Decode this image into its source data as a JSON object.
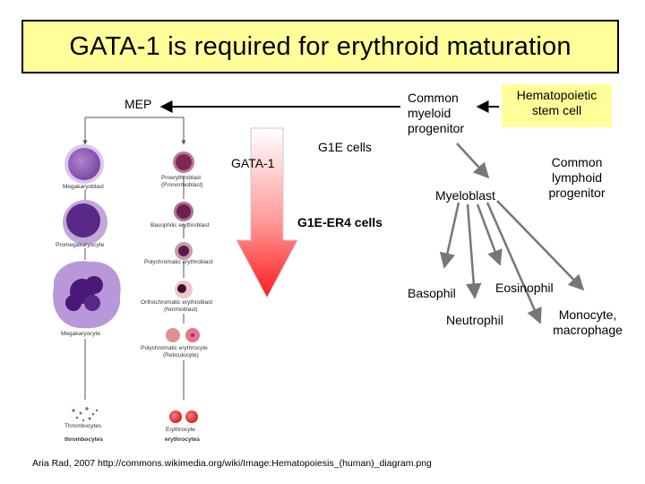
{
  "title": "GATA-1 is required for erythroid maturation",
  "labels": {
    "mep": "MEP",
    "cmp": "Common myeloid progenitor",
    "hsc": [
      "Hematopoietic",
      "stem cell"
    ],
    "g1e": "G1E cells",
    "gata1": "GATA-1",
    "clp": "Common lymphoid progenitor",
    "myeloblast": "Myeloblast",
    "g1e_er4": "G1E-ER4 cells",
    "basophil": "Basophil",
    "eosinophil": "Eosinophil",
    "neutrophil": "Neutrophil",
    "monocyte": "Monocyte, macrophage"
  },
  "cell_captions": {
    "megakaryoblast": "Megakaryoblast",
    "promegakaryocyte": "Promegakaryocyte",
    "megakaryocyte": "Megakaryocyte",
    "thrombocytes": "Thrombocytes",
    "thrombocytes_sub": "thrombocytes",
    "proerythroblast": [
      "Proerythroblast",
      "(Pronormoblast)"
    ],
    "basophilic_erythroblast": "Basophilic erythroblast",
    "polychromatic_erythroblast": "Polychromatic erythroblast",
    "orthochromatic_erythroblast": [
      "Orthochromatic erythroblast",
      "(Normoblast)"
    ],
    "polychromatic_erythrocyte": [
      "Polychromatic erythrocyte",
      "(Reticulocyte)"
    ],
    "erythrocyte": "Erythrocyte",
    "erythrocytes_sub": "erythrocytes"
  },
  "credit": "Aria Rad, 2007 http://commons.wikimedia.org/wiki/Image:Hematopoiesis_(human)_diagram.png",
  "colors": {
    "title_bg": "#ffff99",
    "hsc_bg": "#ffff99",
    "gata_arrow_top": "#ffffff",
    "gata_arrow_bottom": "#ff2222",
    "megakaryocyte": "#6a2a9a",
    "erythroid": "#a03060",
    "erythrocyte": "#dd2222"
  }
}
